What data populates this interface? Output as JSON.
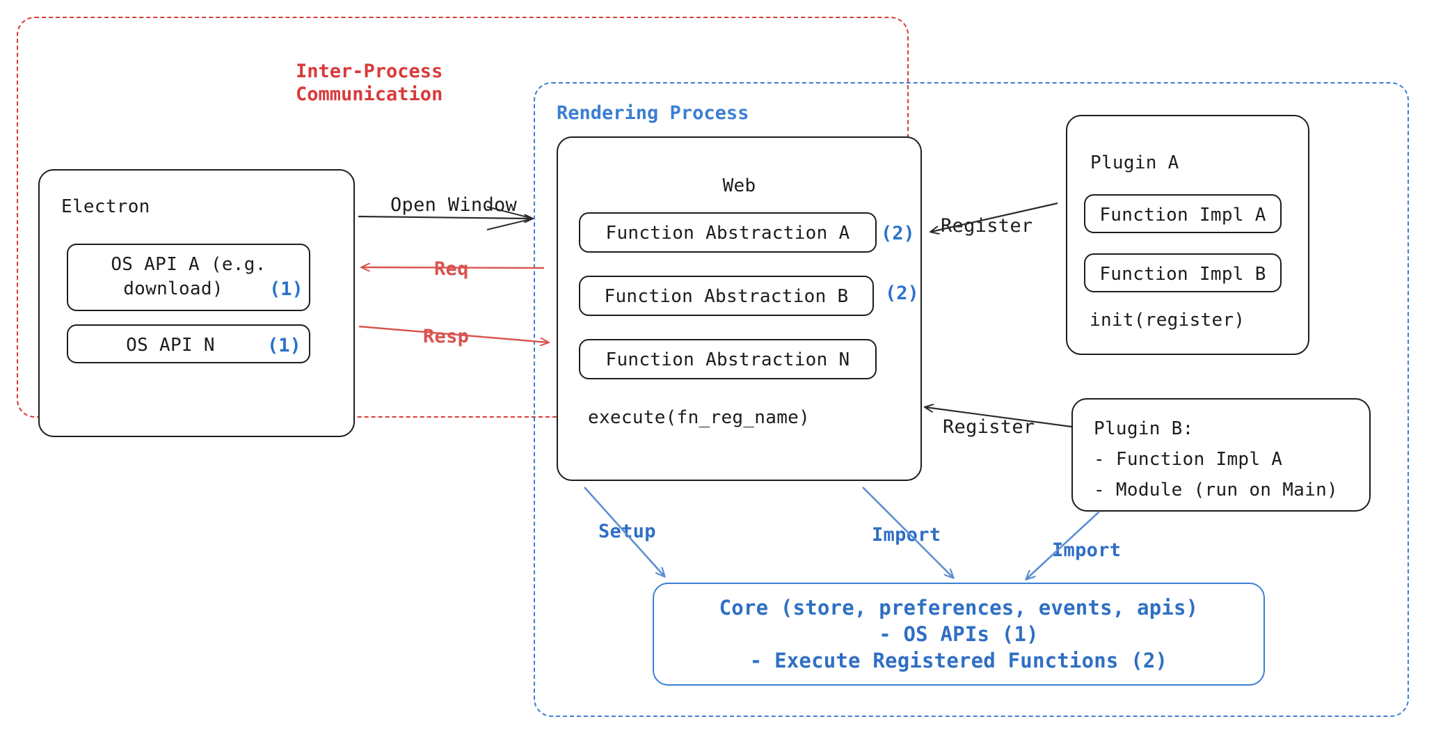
{
  "regions": {
    "ipc": {
      "label": "Inter-Process\nCommunication",
      "color": "#d93a3a"
    },
    "rendering": {
      "label": "Rendering Process",
      "color": "#3b7fd4"
    }
  },
  "electron": {
    "title": "Electron",
    "apis": [
      {
        "label": "OS API A (e.g.\ndownload)",
        "line1": "OS API A (e.g.",
        "line2": "download)",
        "marker": "(1)"
      },
      {
        "label": "OS API N",
        "line1": "OS API N",
        "line2": "",
        "marker": "(1)"
      }
    ]
  },
  "web": {
    "title": "Web",
    "abstractions": [
      {
        "label": "Function Abstraction A",
        "marker": "(2)"
      },
      {
        "label": "Function Abstraction B",
        "marker": "(2)"
      },
      {
        "label": "Function Abstraction N",
        "marker": ""
      }
    ],
    "execute": "execute(fn_reg_name)"
  },
  "plugin_a": {
    "title": "Plugin A",
    "impls": [
      {
        "label": "Function Impl A"
      },
      {
        "label": "Function Impl B"
      }
    ],
    "init": "init(register)"
  },
  "plugin_b": {
    "title": "Plugin B:",
    "items": [
      "- Function Impl A",
      "- Module (run on Main)"
    ]
  },
  "core": {
    "lines": [
      "Core (store, preferences, events, apis)",
      "- OS APIs (1)",
      "- Execute Registered Functions (2)"
    ],
    "color": "#2f6fc4"
  },
  "edges": {
    "open_window": "Open Window",
    "req": "Req",
    "resp": "Resp",
    "register_a": "Register",
    "register_b": "Register",
    "setup": "Setup",
    "import_web": "Import",
    "import_plugin": "Import"
  },
  "colors": {
    "red": "#d93a3a",
    "red_edge": "#d9534f",
    "blue": "#3b7fd4",
    "blue_text": "#2f6fc4",
    "marker_blue": "#2b72cc",
    "ink": "#1c1c1c"
  }
}
